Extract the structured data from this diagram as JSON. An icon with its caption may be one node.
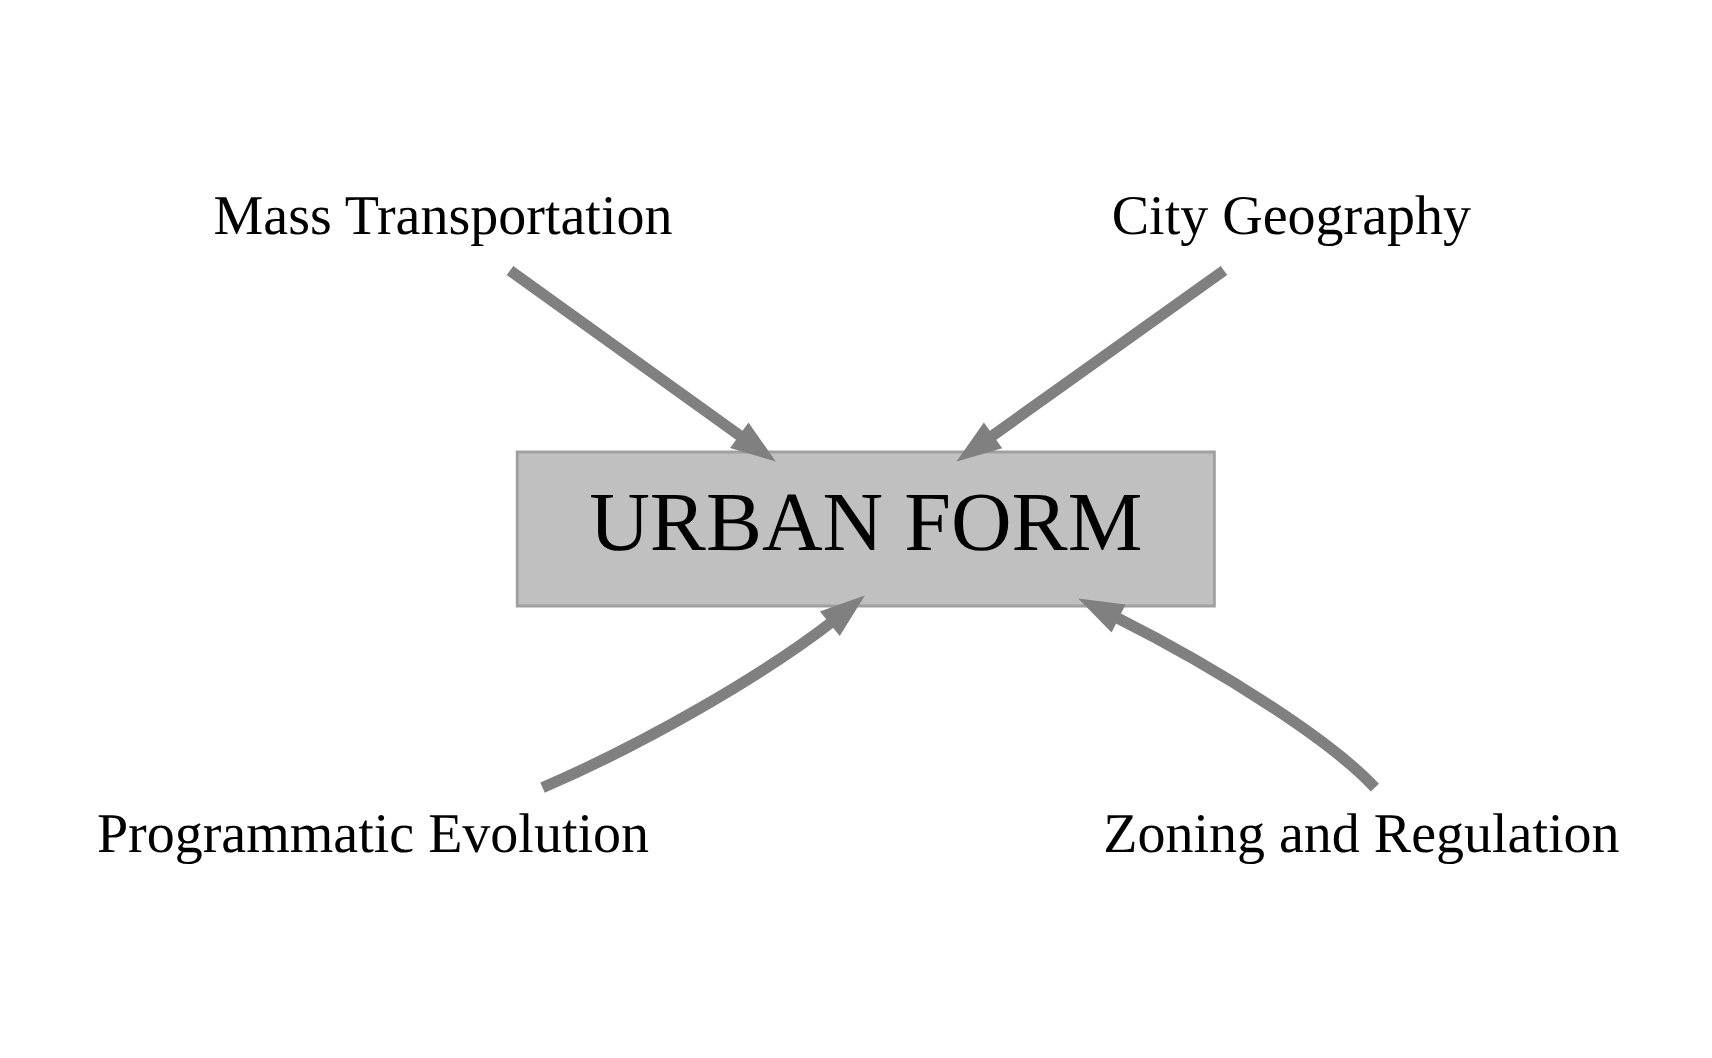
{
  "diagram": {
    "nodes": [
      {
        "text": [
          "Mass Transportation"
        ]
      },
      {
        "text": [
          "City Geography"
        ]
      },
      {
        "text": [
          "URBAN FORM"
        ]
      },
      {
        "text": [
          "Programmatic Evolution"
        ]
      },
      {
        "text": [
          "Zoning and Regulation"
        ]
      }
    ],
    "edges": [
      {
        "from": 0,
        "to": 2,
        "arrow": "to"
      },
      {
        "from": 1,
        "to": 2,
        "arrow": "to"
      },
      {
        "from": 3,
        "to": 2,
        "arrow": "to"
      },
      {
        "from": 4,
        "to": 2,
        "arrow": "to"
      }
    ]
  }
}
